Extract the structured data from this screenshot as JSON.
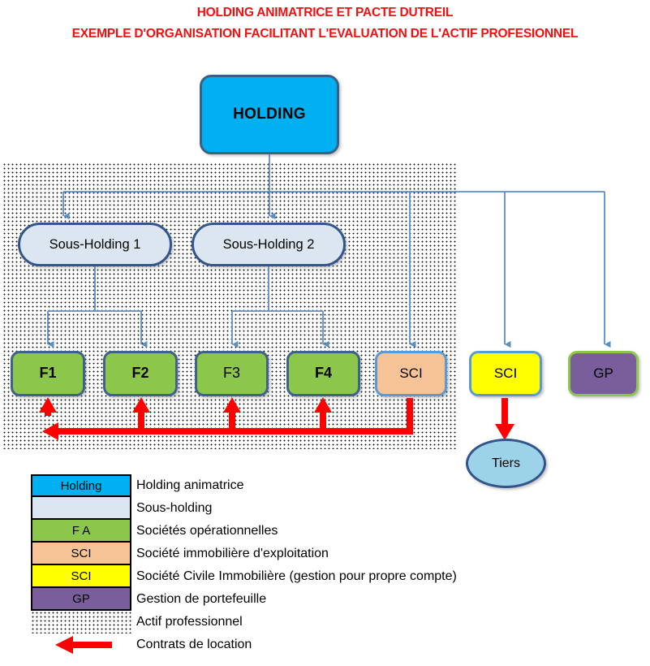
{
  "titles": {
    "line1": "HOLDING ANIMATRICE ET PACTE DUTREIL",
    "line2": "EXEMPLE D'ORGANISATION FACILITANT L'EVALUATION DE L'ACTIF PROFESIONNEL",
    "color": "#EE1111"
  },
  "nodes": {
    "holding": {
      "label": "HOLDING",
      "fill": "#00B0F0",
      "stroke": "#3B5E84"
    },
    "sub_holding_1": {
      "label": "Sous-Holding 1",
      "fill": "#DCE6F1",
      "stroke": "#31558C"
    },
    "sub_holding_2": {
      "label": "Sous-Holding 2",
      "fill": "#DCE6F1",
      "stroke": "#31558C"
    },
    "f1": {
      "label": "F1",
      "fill": "#8CC74C",
      "stroke": "#3E628C"
    },
    "f2": {
      "label": "F2",
      "fill": "#8CC74C",
      "stroke": "#3E628C"
    },
    "f3": {
      "label": "F3",
      "fill": "#8CC74C",
      "stroke": "#3E628C"
    },
    "f4": {
      "label": "F4",
      "fill": "#8CC74C",
      "stroke": "#3E628C"
    },
    "sci_exploitation": {
      "label": "SCI",
      "fill": "#F6C396",
      "stroke": "#5B9BD5"
    },
    "sci_civile": {
      "label": "SCI",
      "fill": "#FFFF00",
      "stroke": "#5B9BD5"
    },
    "gp": {
      "label": "GP",
      "fill": "#7A5E9B",
      "stroke": "#8CC74C"
    },
    "tiers": {
      "label": "Tiers",
      "fill": "#9DD3E8",
      "stroke": "#31558C"
    }
  },
  "zones": {
    "actif_professionnel": {
      "pattern": "dotted",
      "dot_color": "#1A1A1A"
    }
  },
  "connectors": {
    "stroke": "#5B8FC9",
    "lease_arrow_color": "#FF0000",
    "edges": [
      {
        "from": "holding",
        "to": "sub_holding_1"
      },
      {
        "from": "holding",
        "to": "sub_holding_2"
      },
      {
        "from": "holding",
        "to": "sci_exploitation"
      },
      {
        "from": "holding",
        "to": "sci_civile"
      },
      {
        "from": "holding",
        "to": "gp"
      },
      {
        "from": "sub_holding_1",
        "to": "f1"
      },
      {
        "from": "sub_holding_1",
        "to": "f2"
      },
      {
        "from": "sub_holding_2",
        "to": "f3"
      },
      {
        "from": "sub_holding_2",
        "to": "f4"
      },
      {
        "from": "sci_exploitation",
        "to": "f1",
        "type": "lease"
      },
      {
        "from": "sci_exploitation",
        "to": "f2",
        "type": "lease"
      },
      {
        "from": "sci_exploitation",
        "to": "f3",
        "type": "lease"
      },
      {
        "from": "sci_exploitation",
        "to": "f4",
        "type": "lease"
      },
      {
        "from": "sci_civile",
        "to": "tiers",
        "type": "lease"
      }
    ]
  },
  "legend": {
    "rows": [
      {
        "swatch_label": "Holding",
        "description": "Holding animatrice",
        "swatch_class": "sw-holding",
        "color": "#00B0F0"
      },
      {
        "swatch_label": "",
        "description": "Sous-holding",
        "swatch_class": "sw-sub",
        "color": "#DCE6F1"
      },
      {
        "swatch_label": "F A",
        "description": "Sociétés opérationnelles",
        "swatch_class": "sw-op",
        "color": "#8CC74C"
      },
      {
        "swatch_label": "SCI",
        "description": "Société immobilière d'exploitation",
        "swatch_class": "sw-sciexp",
        "color": "#F6C396"
      },
      {
        "swatch_label": "SCI",
        "description": "Société Civile Immobilière (gestion pour propre compte)",
        "swatch_class": "sw-scicivil",
        "color": "#FFFF00"
      },
      {
        "swatch_label": "GP",
        "description": "Gestion de portefeuille",
        "swatch_class": "sw-gp",
        "color": "#7A5E9B"
      },
      {
        "swatch_label": "",
        "description": "Actif professionnel",
        "swatch_class": "sw-actif",
        "color": "#FFFFFF"
      },
      {
        "swatch_label": "",
        "description": "Contrats de location",
        "swatch_class": "sw-arrow",
        "color": "#FF0000"
      }
    ]
  }
}
